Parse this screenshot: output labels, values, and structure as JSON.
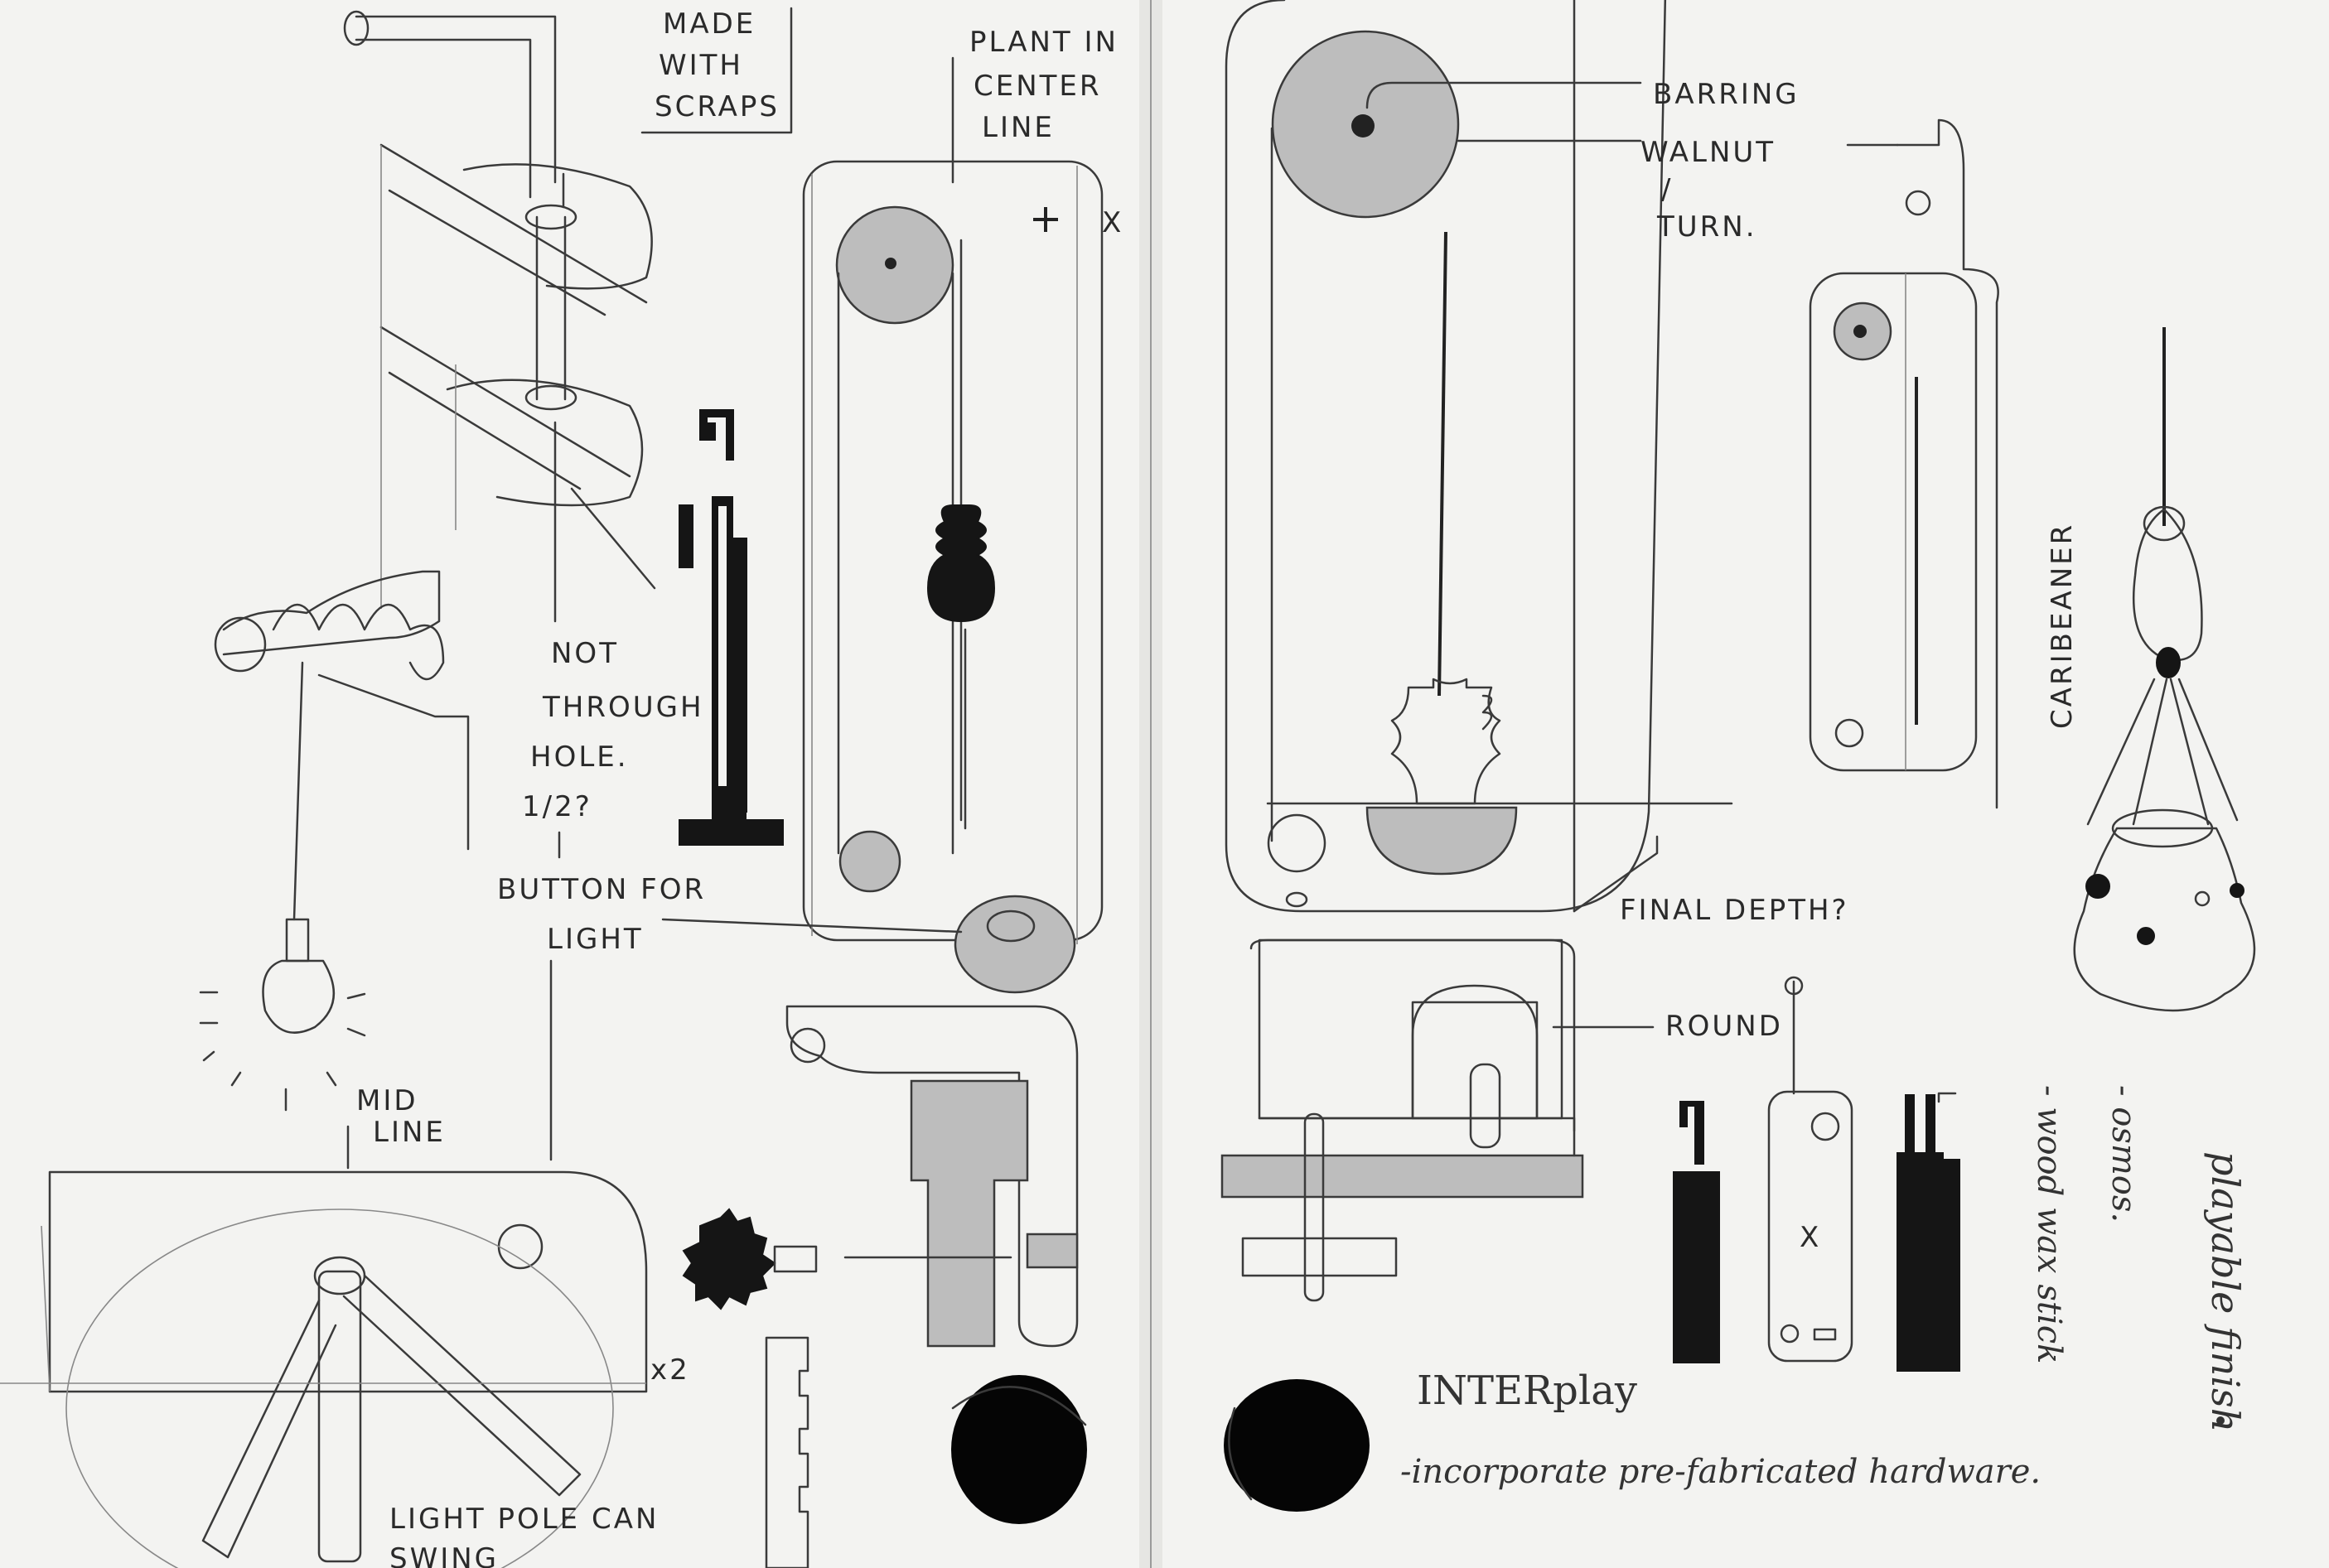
{
  "labels": {
    "made_with_scraps": [
      "MADE",
      "WITH",
      "SCRAPS"
    ],
    "plant_center_line": [
      "PLANT IN",
      "CENTER",
      "LINE"
    ],
    "x_mark": "X",
    "not_through_hole": [
      "NOT",
      "THROUGH",
      "HOLE.",
      "1/2?"
    ],
    "button_for_light": [
      "BUTTON FOR",
      "LIGHT"
    ],
    "mid_line": [
      "MID",
      "LINE"
    ],
    "times_two": "x2",
    "light_pole": [
      "LIGHT POLE CAN",
      "SWING"
    ],
    "barring": "BARRING",
    "walnut_turn": [
      "WALNUT",
      "/",
      "TURN."
    ],
    "final_depth": "FINAL DEPTH?",
    "round": "ROUND",
    "caribeaner": "CARIBEANER",
    "interplay": "INTERplay",
    "prefab_hardware": "-incorporate pre-fabricated hardware.",
    "wood_wax_stick": "- wood wax stick",
    "osmos": "- osmos.",
    "playable_finish": "playable finish",
    "small_x": "X"
  },
  "colors": {
    "paper": "#f3f3f1",
    "pencil": "#3a3a3a",
    "ink": "#151515"
  },
  "icons": [
    "light-bulb-icon",
    "gear-knob-icon",
    "carabiner-icon",
    "plant-icon"
  ]
}
